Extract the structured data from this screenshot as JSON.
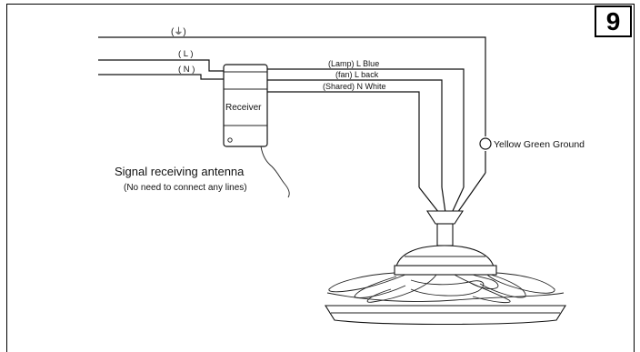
{
  "page_number": "9",
  "labels": {
    "ground_symbol": "(⏚)",
    "line": "( L )",
    "neutral": "( N )",
    "receiver": "Receiver",
    "lamp_wire": "(Lamp) L  Blue",
    "fan_wire": "(fan)  L  back",
    "shared_wire": "(Shared) N  White",
    "ground_wire": "Yellow Green Ground",
    "antenna_title": "Signal receiving antenna",
    "antenna_note": "(No need to connect any lines)"
  }
}
